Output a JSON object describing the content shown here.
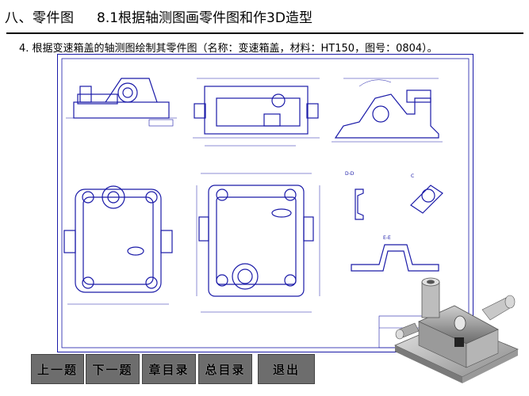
{
  "header": {
    "section": "八、零件图",
    "subtitle": "8.1根据轴测图画零件图和作3D造型"
  },
  "task": {
    "text": "4. 根据变速箱盖的轴测图绘制其零件图（名称：变速箱盖，材料：HT150，图号：0804）。"
  },
  "drawing": {
    "labels": {
      "section_dd": "D-D",
      "section_ee": "E-E",
      "view_c": "C"
    }
  },
  "nav": {
    "prev": "上一题",
    "next": "下一题",
    "chapter": "章目录",
    "all": "总目录",
    "exit": "退出"
  },
  "colors": {
    "line": "#1a1aa8",
    "nav_bg": "#6d6d6d"
  }
}
